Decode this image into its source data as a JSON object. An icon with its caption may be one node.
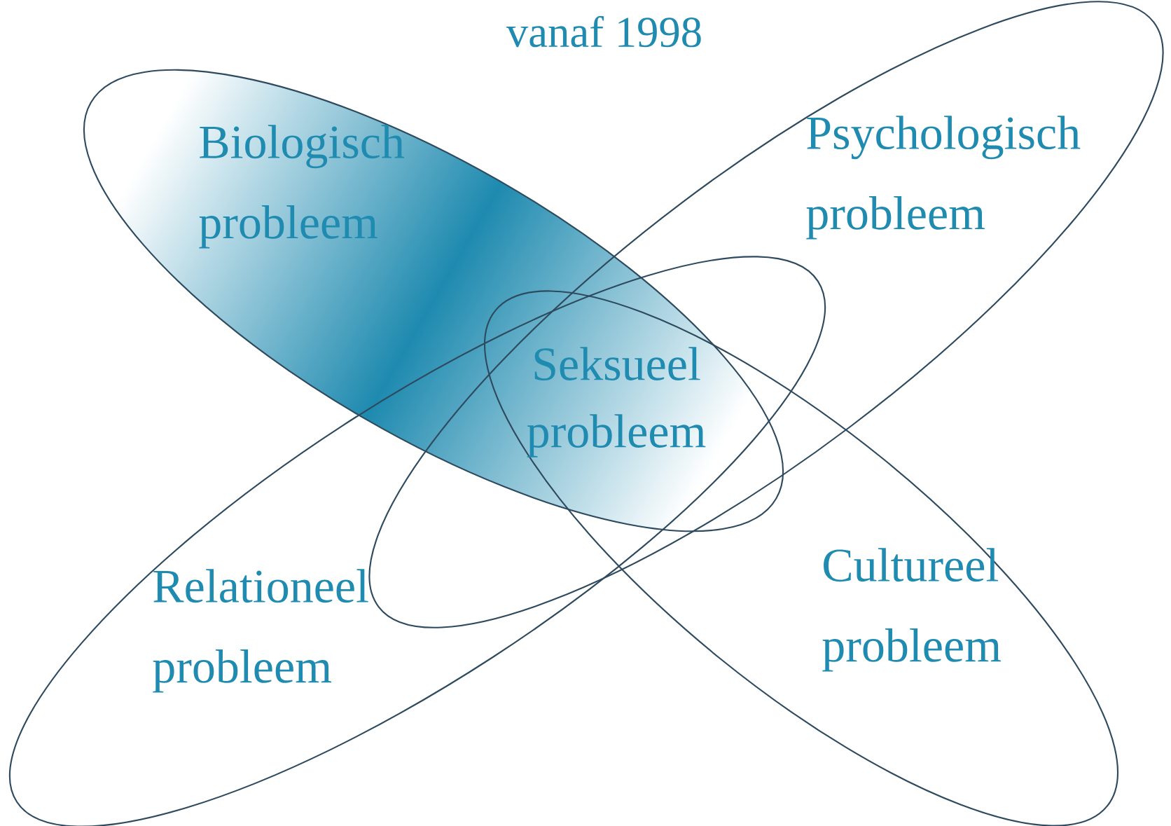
{
  "diagram": {
    "title": "vanaf 1998",
    "nodes": [
      {
        "text": [
          "Biologisch probleem"
        ]
      },
      {
        "text": [
          "Psychologisch probleem"
        ]
      },
      {
        "text": [
          "Cultureel probleem"
        ]
      },
      {
        "text": [
          "Relationeel probleem"
        ]
      }
    ],
    "labels": [
      "Seksueel probleem"
    ]
  }
}
